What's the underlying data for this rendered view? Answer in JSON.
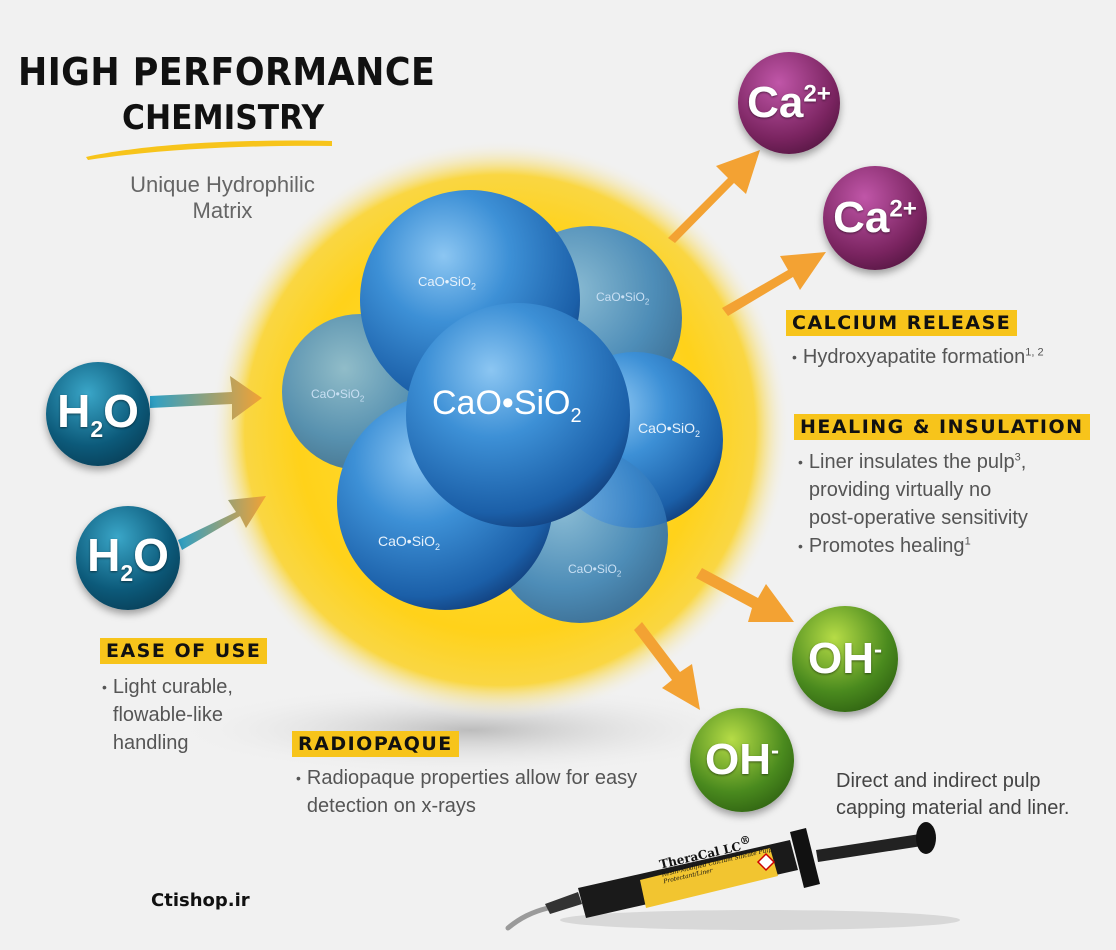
{
  "header": {
    "line1": "HIGH PERFORMANCE",
    "line2": "CHEMISTRY"
  },
  "subtitle": "Unique Hydrophilic Matrix",
  "molecule": {
    "center": {
      "base": "CaO•SiO",
      "sub": "2"
    },
    "small": {
      "base": "CaO•SiO",
      "sub": "2"
    }
  },
  "ions": {
    "water": {
      "h": "H",
      "sub": "2",
      "o": "O"
    },
    "calcium": {
      "base": "Ca",
      "sup": "2+"
    },
    "hydroxide": {
      "base": "OH",
      "sup": "-"
    }
  },
  "sections": {
    "calcium_release": {
      "heading": "CALCIUM RELEASE",
      "text": "Hydroxyapatite formation",
      "sup": "1, 2"
    },
    "healing": {
      "heading": "HEALING & INSULATION",
      "item1_a": "Liner insulates the pulp",
      "item1_sup": "3",
      "item1_b": "providing virtually no",
      "item1_c": "post-operative sensitivity",
      "item2": "Promotes healing",
      "item2_sup": "1",
      "comma": ","
    },
    "ease": {
      "heading": "EASE OF USE",
      "l1": "Light curable,",
      "l2": "flowable-like",
      "l3": "handling"
    },
    "radiopaque": {
      "heading": "RADIOPAQUE",
      "l1": "Radiopaque properties allow for easy",
      "l2": "detection on x-rays"
    }
  },
  "caption": {
    "l1": "Direct and indirect pulp",
    "l2": "capping material and liner."
  },
  "product": {
    "brand": "TheraCal LC",
    "reg": "®",
    "desc": "Resin-Modified Calcium Silicate Pulp",
    "desc2": "Protectant/Liner"
  },
  "watermark": "Ctishop.ir",
  "colors": {
    "accent": "#f7c41b",
    "arrow": "#f3a233",
    "sphere": "#2a7fc9",
    "calcium": "#7a2460",
    "hydroxide": "#4a8a1e",
    "water": "#0c5a7a"
  }
}
